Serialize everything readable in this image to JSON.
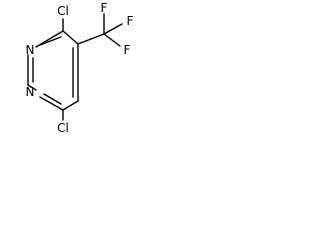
{
  "molecule": {
    "atoms": {
      "cl_top": "Cl",
      "cl_bottom": "Cl",
      "n_top": "N",
      "n_bottom": "N",
      "f_top": "F",
      "f_right": "F",
      "f_bottom": "F"
    }
  }
}
